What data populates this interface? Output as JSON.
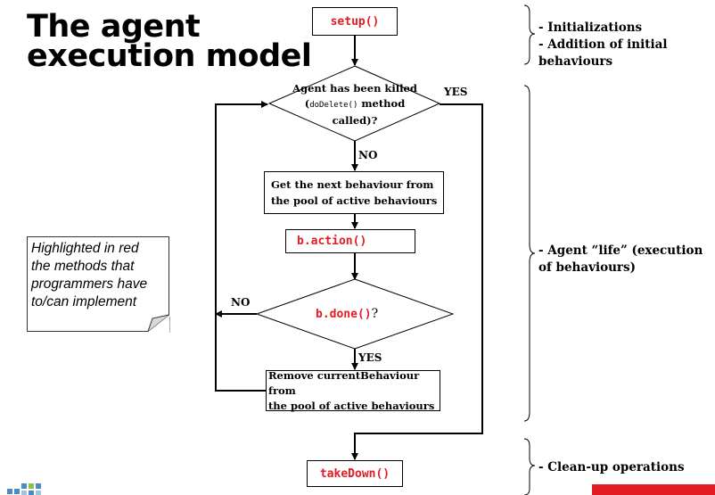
{
  "title": {
    "line1": "The agent",
    "line2": "execution model"
  },
  "flow": {
    "setup": "setup()",
    "decision_killed": {
      "line1": "Agent has been killed",
      "line2_open": "(",
      "line2_code": "doDelete()",
      "line2_rest": " method",
      "line3": "called)?"
    },
    "yes_top": "YES",
    "no_top": "NO",
    "get_next": {
      "line1": "Get the next behaviour from",
      "line2": "the pool of active behaviours"
    },
    "action": "b.action()",
    "done_code": "b.done()",
    "done_q": "?",
    "no_left": "NO",
    "yes_bottom": "YES",
    "remove": {
      "line1": "Remove currentBehaviour from",
      "line2": "the pool of active behaviours"
    },
    "takedown": "takeDown()"
  },
  "note": {
    "line1": "Highlighted in red",
    "line2": "the methods that",
    "line3": "programmers have",
    "line4": "to/can implement"
  },
  "phases": {
    "init_line1": "- Initializations",
    "init_line2": "- Addition of initial",
    "init_line3": "behaviours",
    "life_line1": "- Agent “life” (execution",
    "life_line2": "of behaviours)",
    "cleanup": "- Clean-up operations"
  },
  "colors": {
    "accent_red": "#e31b23",
    "logo_blue": "#4a8bc6",
    "logo_green": "#8fc04a"
  }
}
